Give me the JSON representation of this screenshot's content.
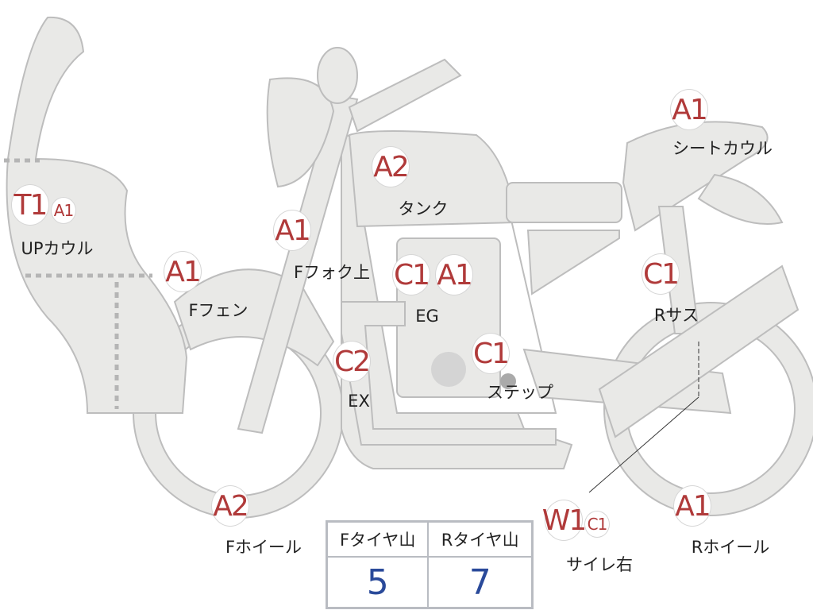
{
  "parts": [
    {
      "id": "up-cowl",
      "label": "UPカウル",
      "badges": [
        "T1",
        "A1"
      ]
    },
    {
      "id": "f-fender",
      "label": "Fフェン",
      "badges": [
        "A1"
      ]
    },
    {
      "id": "f-fork-upper",
      "label": "Fフォク上",
      "badges": [
        "A1"
      ]
    },
    {
      "id": "tank",
      "label": "タンク",
      "badges": [
        "A2"
      ]
    },
    {
      "id": "engine",
      "label": "EG",
      "badges": [
        "C1",
        "A1"
      ]
    },
    {
      "id": "exhaust",
      "label": "EX",
      "badges": [
        "C2"
      ]
    },
    {
      "id": "step",
      "label": "ステップ",
      "badges": [
        "C1"
      ]
    },
    {
      "id": "seat-cowl",
      "label": "シートカウル",
      "badges": [
        "A1"
      ]
    },
    {
      "id": "r-suspension",
      "label": "Rサス",
      "badges": [
        "C1"
      ]
    },
    {
      "id": "f-wheel",
      "label": "Fホイール",
      "badges": [
        "A2"
      ]
    },
    {
      "id": "silencer-right",
      "label": "サイレ右",
      "badges": [
        "W1",
        "C1"
      ]
    },
    {
      "id": "r-wheel",
      "label": "Rホイール",
      "badges": [
        "A1"
      ]
    }
  ],
  "tire_table": {
    "headers": [
      "Fタイヤ山",
      "Rタイヤ山"
    ],
    "values": [
      "5",
      "7"
    ]
  },
  "colors": {
    "badge_text": "#b03a3a",
    "value_text": "#2a4a9a",
    "body_fill": "#e9e9e7",
    "outline": "#bdbdbd"
  }
}
